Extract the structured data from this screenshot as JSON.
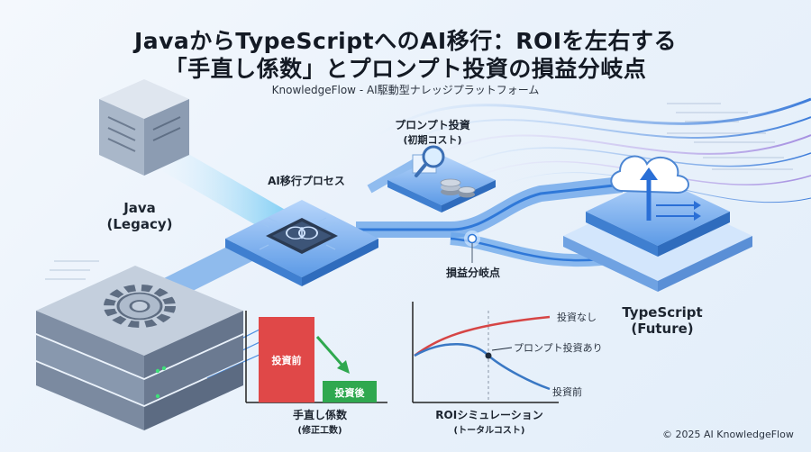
{
  "header": {
    "title_line1": "JavaからTypeScriptへのAI移行：ROIを左右する",
    "title_line2": "「手直し係数」とプロンプト投資の損益分岐点",
    "subtitle": "KnowledgeFlow - AI駆動型ナレッジプラットフォーム"
  },
  "nodes": {
    "java": {
      "line1": "Java",
      "line2": "(Legacy)"
    },
    "process": {
      "label": "AI移行プロセス"
    },
    "prompt": {
      "line1": "プロンプト投資",
      "line2": "(初期コスト)"
    },
    "breakeven": {
      "label": "損益分岐点"
    },
    "typescript": {
      "line1": "TypeScript",
      "line2": "(Future)"
    }
  },
  "rework_chart": {
    "before_label": "投資前",
    "after_label": "投資後",
    "before_value": 1.0,
    "after_value": 0.25,
    "caption_line1": "手直し係数",
    "caption_line2": "(修正工数)"
  },
  "roi_chart": {
    "caption_line1": "ROIシミュレーション",
    "caption_line2": "(トータルコスト)",
    "series_none": "投資なし",
    "series_with": "プロンプト投資あり",
    "series_before": "投資前"
  },
  "colors": {
    "red_bar": "#e04848",
    "green_bar": "#2fa84f",
    "red_line": "#d64545",
    "blue_line": "#3a78c4",
    "accent": "#2f78d8"
  },
  "footer": {
    "copyright": "© 2025 AI KnowledgeFlow"
  }
}
